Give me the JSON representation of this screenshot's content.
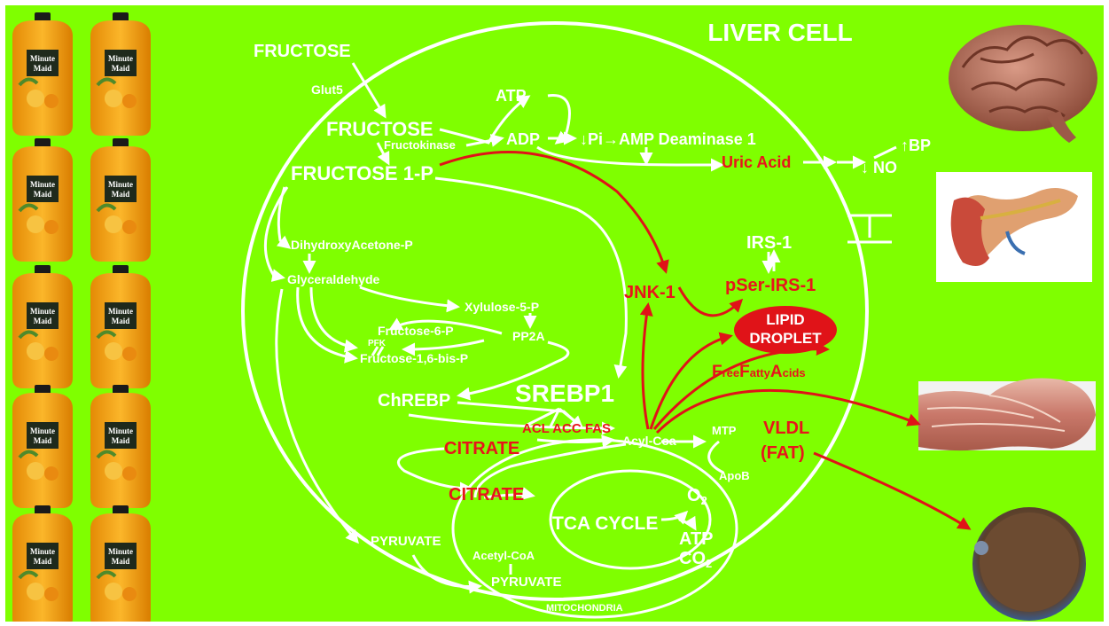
{
  "title": "LIVER CELL",
  "fructose_outside": "FRUCTOSE",
  "glut5": "Glut5",
  "fructose_inside": "FRUCTOSE",
  "fructokinase": "Fructokinase",
  "fructose1p": "FRUCTOSE 1-P",
  "atp": "ATP",
  "adp": "ADP",
  "pi_amp": "↓Pi→AMP Deaminase 1",
  "uric_acid": "Uric Acid",
  "no": "↓ NO",
  "bp": "↑BP",
  "irs1": "IRS-1",
  "pser_irs1": "pSer-IRS-1",
  "jnk1": "JNK-1",
  "lipid_droplet_line1": "LIPID",
  "lipid_droplet_line2": "DROPLET",
  "ffa": {
    "f1": "F",
    "ree": "ree",
    "f2": "F",
    "atty": "atty",
    "a": "A",
    "cids": "cids"
  },
  "dhap": "DihydroxyAcetone-P",
  "glyceraldehyde": "Glyceraldehyde",
  "xylulose": "Xylulose-5-P",
  "pp2a": "PP2A",
  "fructose6p": "Fructose-6-P",
  "pfk": "PFK",
  "fructose16": "Fructose-1,6-bis-P",
  "chrebp": "ChREBP",
  "srebp1": "SREBP1",
  "acl_acc_fas": "ACL ACC FAS",
  "acyl_coa": "Acyl-Coa",
  "mtp": "MTP",
  "vldl": "VLDL",
  "fat": "(FAT)",
  "apob": "ApoB",
  "citrate1": "CITRATE",
  "citrate2": "CITRATE",
  "tca": "TCA CYCLE",
  "o2": "O",
  "o2_sub": "2",
  "atp2": "ATP",
  "co2": "CO",
  "co2_sub": "2",
  "pyruvate1": "PYRUVATE",
  "acetyl_coa": "Acetyl-CoA",
  "pyruvate2": "PYRUVATE",
  "mitochondria": "MITOCHONDRIA",
  "jug_brand_line1": "Minute",
  "jug_brand_line2": "Maid",
  "colors": {
    "background": "#7fff00",
    "white": "#ffffff",
    "red": "#e8151b",
    "jug_orange": "#f5a00f"
  },
  "images": [
    "juice-jug",
    "brain",
    "pancreas",
    "muscle",
    "fat-cell"
  ]
}
